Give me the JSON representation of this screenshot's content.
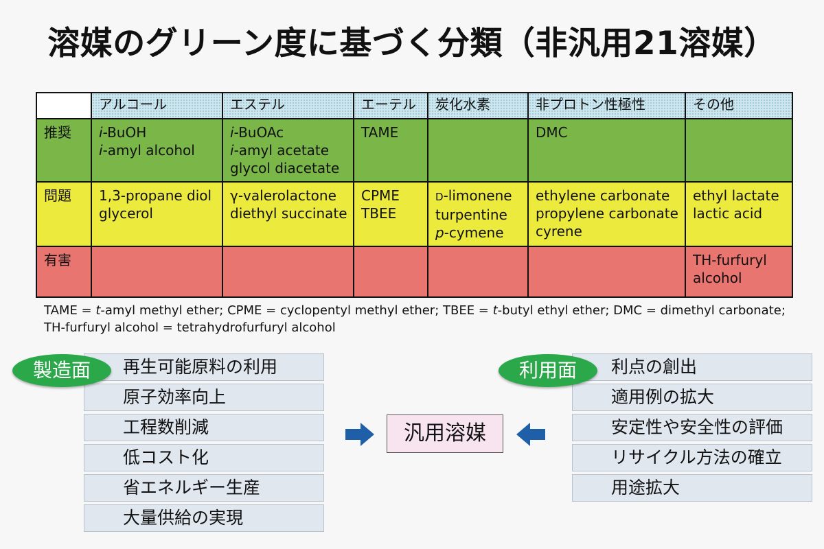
{
  "title": "溶媒のグリーン度に基づく分類（非汎用21溶媒）",
  "table": {
    "columns": [
      "アルコール",
      "エステル",
      "エーテル",
      "炭化水素",
      "非プロトン性極性",
      "その他"
    ],
    "rows": [
      {
        "label": "推奨",
        "cells": [
          [
            "i-BuOH",
            "i-amyl alcohol"
          ],
          [
            "i-BuOAc",
            "i-amyl acetate",
            "glycol diacetate"
          ],
          [
            "TAME"
          ],
          [],
          [
            "DMC"
          ],
          []
        ]
      },
      {
        "label": "問題",
        "cells": [
          [
            "1,3-propane diol",
            "glycerol"
          ],
          [
            "γ-valerolactone",
            "diethyl succinate"
          ],
          [
            "CPME",
            "TBEE"
          ],
          [
            "D-limonene",
            "turpentine",
            "p-cymene"
          ],
          [
            "ethylene carbonate",
            "propylene carbonate",
            "cyrene"
          ],
          [
            "ethyl lactate",
            "lactic acid"
          ]
        ]
      },
      {
        "label": "有害",
        "cells": [
          [],
          [],
          [],
          [],
          [],
          [
            "TH-furfuryl",
            "alcohol"
          ]
        ]
      }
    ]
  },
  "footnote": "TAME = t-amyl methyl ether; CPME = cyclopentyl methyl ether; TBEE = t-butyl ethyl ether; DMC = dimethyl carbonate; TH-furfuryl alcohol = tetrahydrofurfuryl alcohol",
  "manufacturing": {
    "label": "製造面",
    "items": [
      "再生可能原料の利用",
      "原子効率向上",
      "工程数削減",
      "低コスト化",
      "省エネルギー生産",
      "大量供給の実現"
    ]
  },
  "usage": {
    "label": "利用面",
    "items": [
      "利点の創出",
      "適用例の拡大",
      "安定性や安全性の評価",
      "リサイクル方法の確立",
      "用途拡大"
    ]
  },
  "center": "汎用溶媒",
  "colors": {
    "recommended": "#7ab648",
    "problematic": "#ecea3c",
    "hazardous": "#e8756f",
    "oval": "#2aa84a",
    "arrow": "#1f5fa8"
  },
  "icons": [
    "arrow-right-icon",
    "arrow-left-icon"
  ]
}
